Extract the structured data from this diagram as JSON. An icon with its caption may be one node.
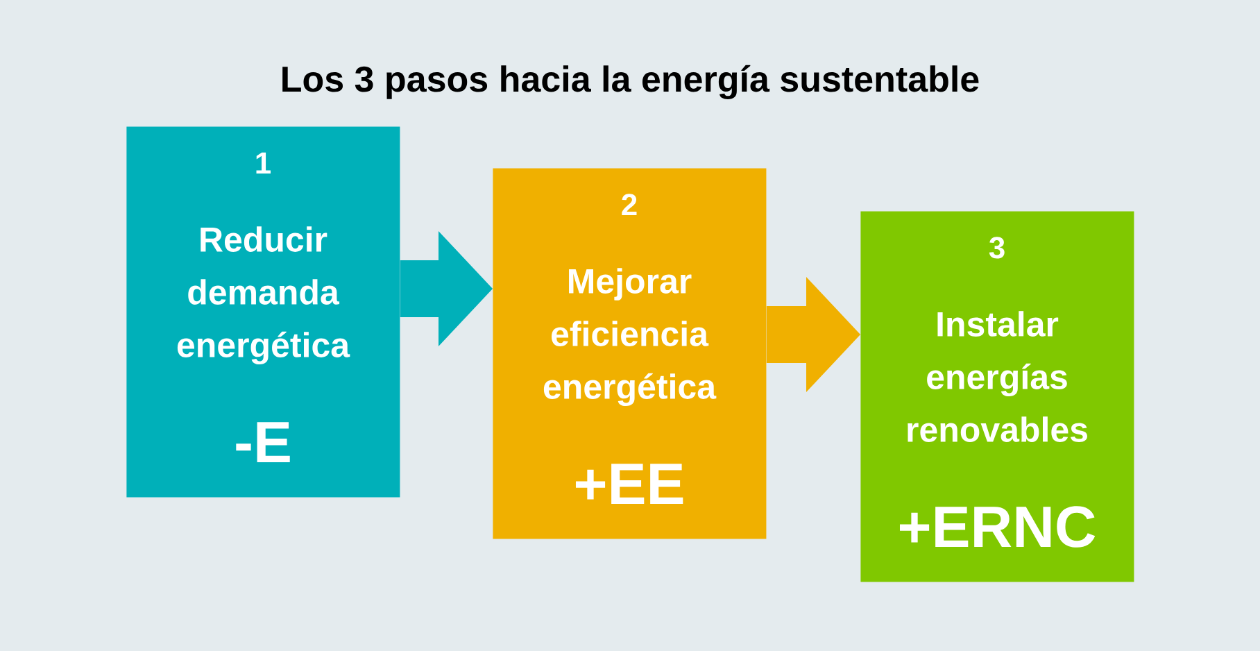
{
  "diagram": {
    "title": "Los 3 pasos hacia la energía sustentable",
    "nodes": [
      {
        "text": [
          "1",
          "Reducir demanda energética",
          "-E"
        ]
      },
      {
        "text": [
          "2",
          "Mejorar eficiencia energética",
          "+EE"
        ]
      },
      {
        "text": [
          "3",
          "Instalar energías renovables",
          "+ERNC"
        ]
      }
    ],
    "edges": [
      {
        "from": 0,
        "to": 1,
        "arrow": "to",
        "color": "#00b0b9"
      },
      {
        "from": 1,
        "to": 2,
        "arrow": "to",
        "color": "#f0b000"
      }
    ]
  }
}
